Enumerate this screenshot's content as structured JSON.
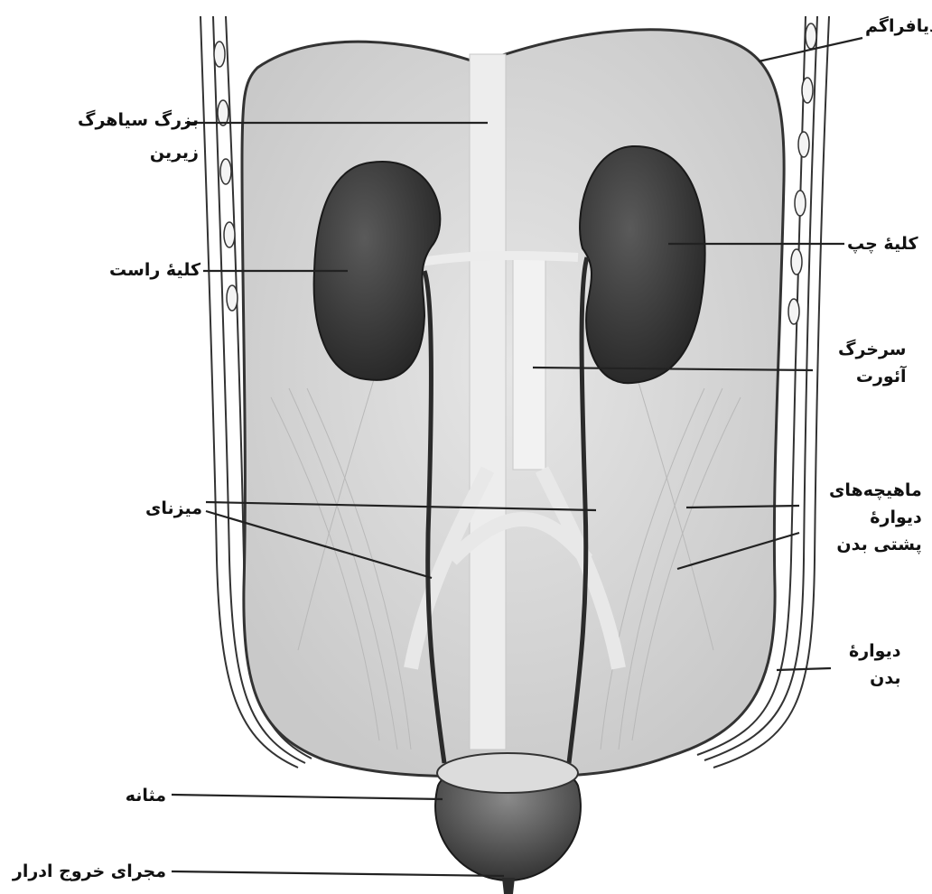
{
  "labels": {
    "ivc_1": "بزرگ سیاهرگ",
    "ivc_2": "زیرین",
    "right_kidney": "کلیهٔ راست",
    "ureter": "میزنای",
    "bladder": "مثانه",
    "urethra": "مجرای خروج ادرار",
    "diaphragm": "دیافراگم",
    "left_kidney": "کلیهٔ چپ",
    "aorta_1": "سرخرگ",
    "aorta_2": "آئورت",
    "muscles_1": "ماهیچه‌های",
    "muscles_2": "دیوارهٔ",
    "muscles_3": "پشتی بدن",
    "body_wall_1": "دیوارهٔ",
    "body_wall_2": "بدن"
  },
  "colors": {
    "cavity_fill": "#d9d9d9",
    "kidney": "#3a3a3a",
    "bladder": "#4a4a4a",
    "vessels": "#efefef",
    "outline": "#222222"
  }
}
